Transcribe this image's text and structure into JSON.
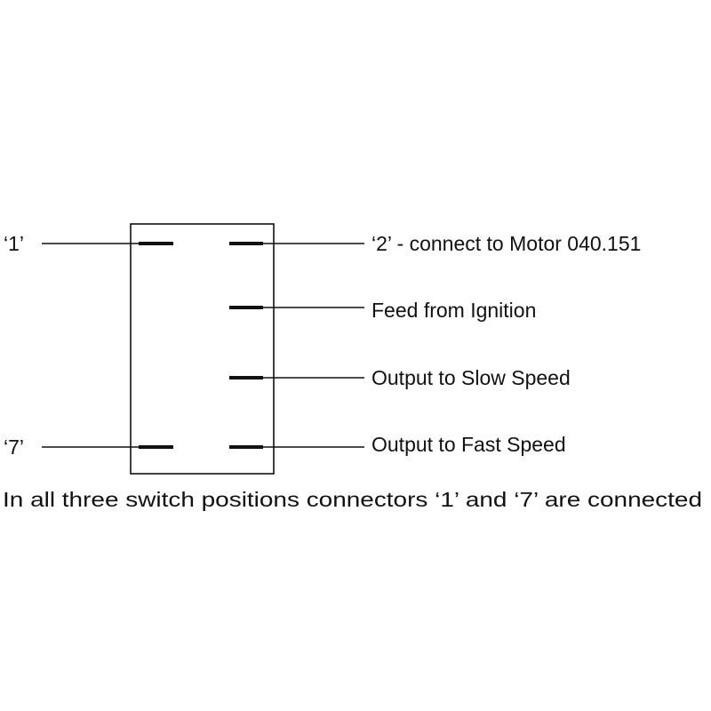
{
  "labels": {
    "pin1": "‘1’",
    "pin7": "‘7’",
    "pin2": "‘2’ - connect to Motor 040.151",
    "feed": "Feed from Ignition",
    "slow": "Output to Slow Speed",
    "fast": "Output to Fast Speed"
  },
  "caption": "In all three switch positions connectors ‘1’ and ‘7’ are connected"
}
